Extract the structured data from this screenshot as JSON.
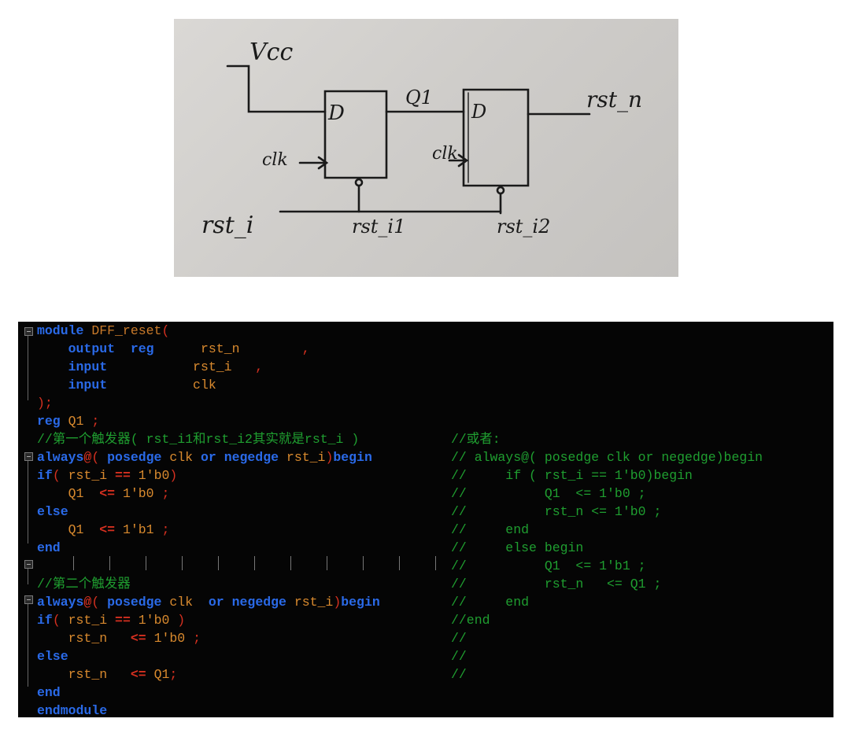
{
  "diagram": {
    "labels": {
      "vcc": "Vcc",
      "d1": "D",
      "q1": "Q1",
      "d2": "D",
      "rst_n": "rst_n",
      "clk1": "clk",
      "clk2": "clk",
      "rst_i": "rst_i",
      "rst_i1": "rst_i1",
      "rst_i2": "rst_i2"
    }
  },
  "code": {
    "l1": [
      "module",
      " DFF_reset",
      "("
    ],
    "l2": [
      "output",
      "reg",
      "rst_n",
      ","
    ],
    "l3": [
      "input",
      "rst_i",
      ","
    ],
    "l4": [
      "input",
      "clk"
    ],
    "l5": [
      ");"
    ],
    "l6": [
      "reg",
      " Q1 ",
      ";"
    ],
    "l7": "//第一个触发器( rst_i1和rst_i2其实就是rst_i )",
    "l8": [
      "always",
      "@",
      "(",
      "posedge",
      "clk",
      "or",
      "negedge",
      "rst_i",
      ")",
      "begin"
    ],
    "l9": [
      "if",
      "(",
      "rst_i",
      "==",
      "1'b0",
      ")"
    ],
    "l10": [
      "Q1",
      "<=",
      "1'b0",
      ";"
    ],
    "l11": [
      "else"
    ],
    "l12": [
      "Q1",
      "<=",
      "1'b1",
      ";"
    ],
    "l13": [
      "end"
    ],
    "l15": "//第二个触发器",
    "l16": [
      "always",
      "@",
      "(",
      "posedge",
      "clk",
      "or",
      "negedge",
      "rst_i",
      ")",
      "begin"
    ],
    "l17": [
      "if",
      "(",
      "rst_i",
      "==",
      "1'b0",
      ")"
    ],
    "l18": [
      "rst_n",
      "<=",
      "1'b0",
      ";"
    ],
    "l19": [
      "else"
    ],
    "l20": [
      "rst_n",
      "<=",
      "Q1",
      ";"
    ],
    "l21": [
      "end"
    ],
    "l22": [
      "endmodule"
    ],
    "right": [
      "//或者:",
      "// always@( posedge clk or negedge)begin",
      "//     if ( rst_i == 1'b0)begin",
      "//          Q1  <= 1'b0 ;",
      "//          rst_n <= 1'b0 ;",
      "//     end",
      "//     else begin",
      "//          Q1  <= 1'b1 ;",
      "//          rst_n   <= Q1 ;",
      "//     end",
      "//end",
      "//",
      "//",
      "//"
    ]
  }
}
